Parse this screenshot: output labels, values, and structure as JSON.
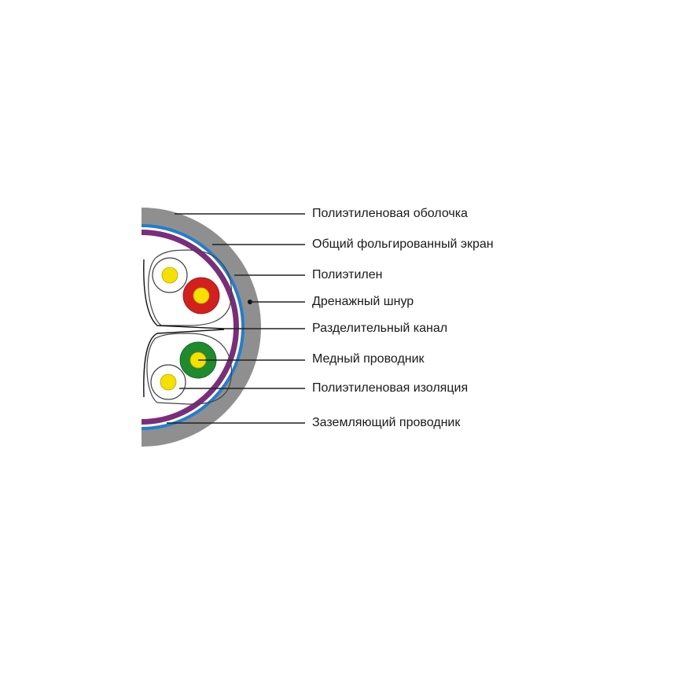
{
  "colors": {
    "outer_sheath": "#8f8f8f",
    "screen_blue": "#1f7fd0",
    "screen_purple": "#7b2d7b",
    "core_white": "#ffffff",
    "outline": "#444444",
    "conductor_yellow": "#f6e000",
    "insulation_red": "#d41f1f",
    "insulation_green": "#1f8a2e",
    "leader": "#222222"
  },
  "labels": [
    {
      "id": "pe-sheath",
      "text": "Полиэтиленовая оболочка"
    },
    {
      "id": "foil-screen",
      "text": "Общий фольгированный экран"
    },
    {
      "id": "polyethylene",
      "text": "Полиэтилен"
    },
    {
      "id": "drain-wire",
      "text": "Дренажный шнур"
    },
    {
      "id": "separator",
      "text": "Разделительный канал"
    },
    {
      "id": "copper",
      "text": "Медный проводник"
    },
    {
      "id": "pe-insulation",
      "text": "Полиэтиленовая изоляция"
    },
    {
      "id": "ground",
      "text": "Заземляющий проводник"
    }
  ]
}
